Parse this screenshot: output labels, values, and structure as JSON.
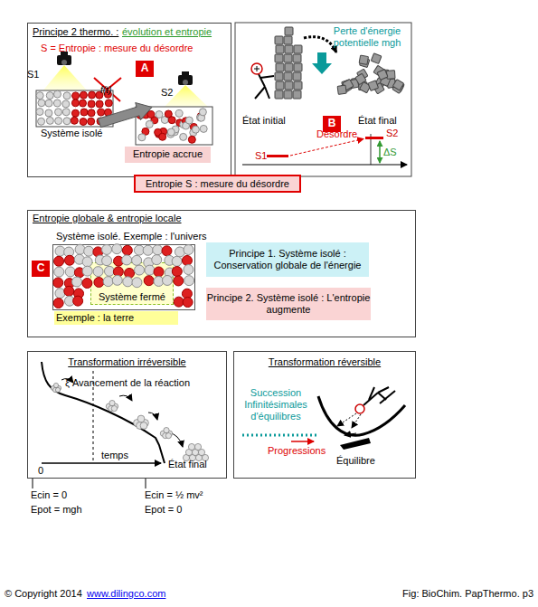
{
  "diagram": {
    "nodes": [
      {
        "text": [
          "Principe 2 thermo. :",
          "évolution et entropie"
        ]
      },
      {
        "text": [
          "A"
        ],
        "in": 0
      },
      {
        "text": [
          "Entropie accrue"
        ],
        "in": 0
      },
      {
        "text": [
          "B"
        ]
      },
      {
        "text": [
          "Entropie S : mesure du désordre"
        ]
      },
      {
        "text": [
          "Entropie globale & entropie locale"
        ]
      },
      {
        "text": [
          "C"
        ],
        "in": 5
      },
      {
        "text": [
          "Système isolé. Exemple : l'univers"
        ],
        "in": 5
      },
      {
        "text": [
          "Système fermé"
        ],
        "in": 7
      },
      {
        "text": [
          "Principe 1. Système isolé : Conservation globale de l'énergie"
        ],
        "in": 5
      },
      {
        "text": [
          "Principe 2. Système isolé : L'entropie augmente"
        ],
        "in": 5
      },
      {
        "text": [
          "Transformation irréversible"
        ]
      },
      {
        "text": [
          "Transformation réversible"
        ]
      }
    ],
    "labels": [
      "S = Entropie : mesure du désordre",
      "S1",
      "f(t)",
      "S2",
      "Système isolé",
      "Perte d'énergie potentielle mgh",
      "État initial",
      "Désordre",
      "État final",
      "S1",
      "S2",
      "ΔS",
      "Exemple : la terre",
      "ξ Avancement de la réaction",
      "temps",
      "0",
      "État final",
      "Ecin = 0",
      "Epot = mgh",
      "Ecin = ½ mv²",
      "Epot = 0",
      "Succession Infinitésimales d'équilibres",
      "Progressions",
      "Équilibre",
      "© Copyright 2014",
      "www.dilingco.com",
      "Fig: BioChim. PapThermo. p3"
    ]
  }
}
